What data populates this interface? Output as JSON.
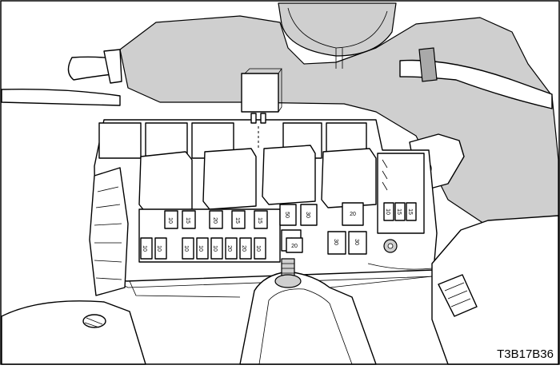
{
  "figure": {
    "code": "T3B17B36",
    "fuse_labels_upper": [
      "10",
      "15",
      "20",
      "15",
      "15"
    ],
    "fuse_labels_lower": [
      "10",
      "10",
      "10",
      "10",
      "10",
      "20",
      "20",
      "10"
    ],
    "fuse_labels_center": [
      "50",
      "30",
      "30",
      "20",
      "20",
      "30",
      "30"
    ],
    "fuse_labels_right": [
      "10",
      "15",
      "15"
    ]
  }
}
